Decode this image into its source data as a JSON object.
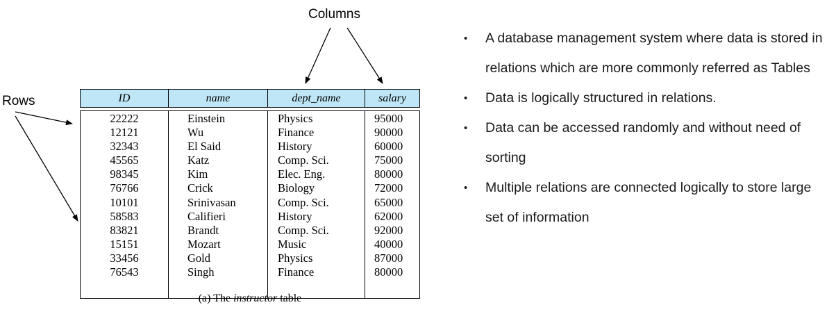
{
  "labels": {
    "columns": "Columns",
    "rows": "Rows"
  },
  "table": {
    "headers": [
      "ID",
      "name",
      "dept_name",
      "salary"
    ],
    "ids": [
      "22222",
      "12121",
      "32343",
      "45565",
      "98345",
      "76766",
      "10101",
      "58583",
      "83821",
      "15151",
      "33456",
      "76543"
    ],
    "names": [
      "Einstein",
      "Wu",
      "El Said",
      "Katz",
      "Kim",
      "Crick",
      "Srinivasan",
      "Califieri",
      "Brandt",
      "Mozart",
      "Gold",
      "Singh"
    ],
    "depts": [
      "Physics",
      "Finance",
      "History",
      "Comp. Sci.",
      "Elec. Eng.",
      "Biology",
      "Comp. Sci.",
      "History",
      "Comp. Sci.",
      "Music",
      "Physics",
      "Finance"
    ],
    "salaries": [
      "95000",
      "90000",
      "60000",
      "75000",
      "80000",
      "72000",
      "65000",
      "62000",
      "92000",
      "40000",
      "87000",
      "80000"
    ],
    "header_color": "#bfe6f7"
  },
  "caption": {
    "prefix": "(a) The ",
    "emph": "instructor",
    "suffix": " table"
  },
  "bullets": [
    "A database management system where data is stored in relations which are more commonly referred as Tables",
    "Data is logically structured in relations.",
    "Data can be accessed randomly and without need of sorting",
    "Multiple relations are connected logically to store large set of information"
  ]
}
